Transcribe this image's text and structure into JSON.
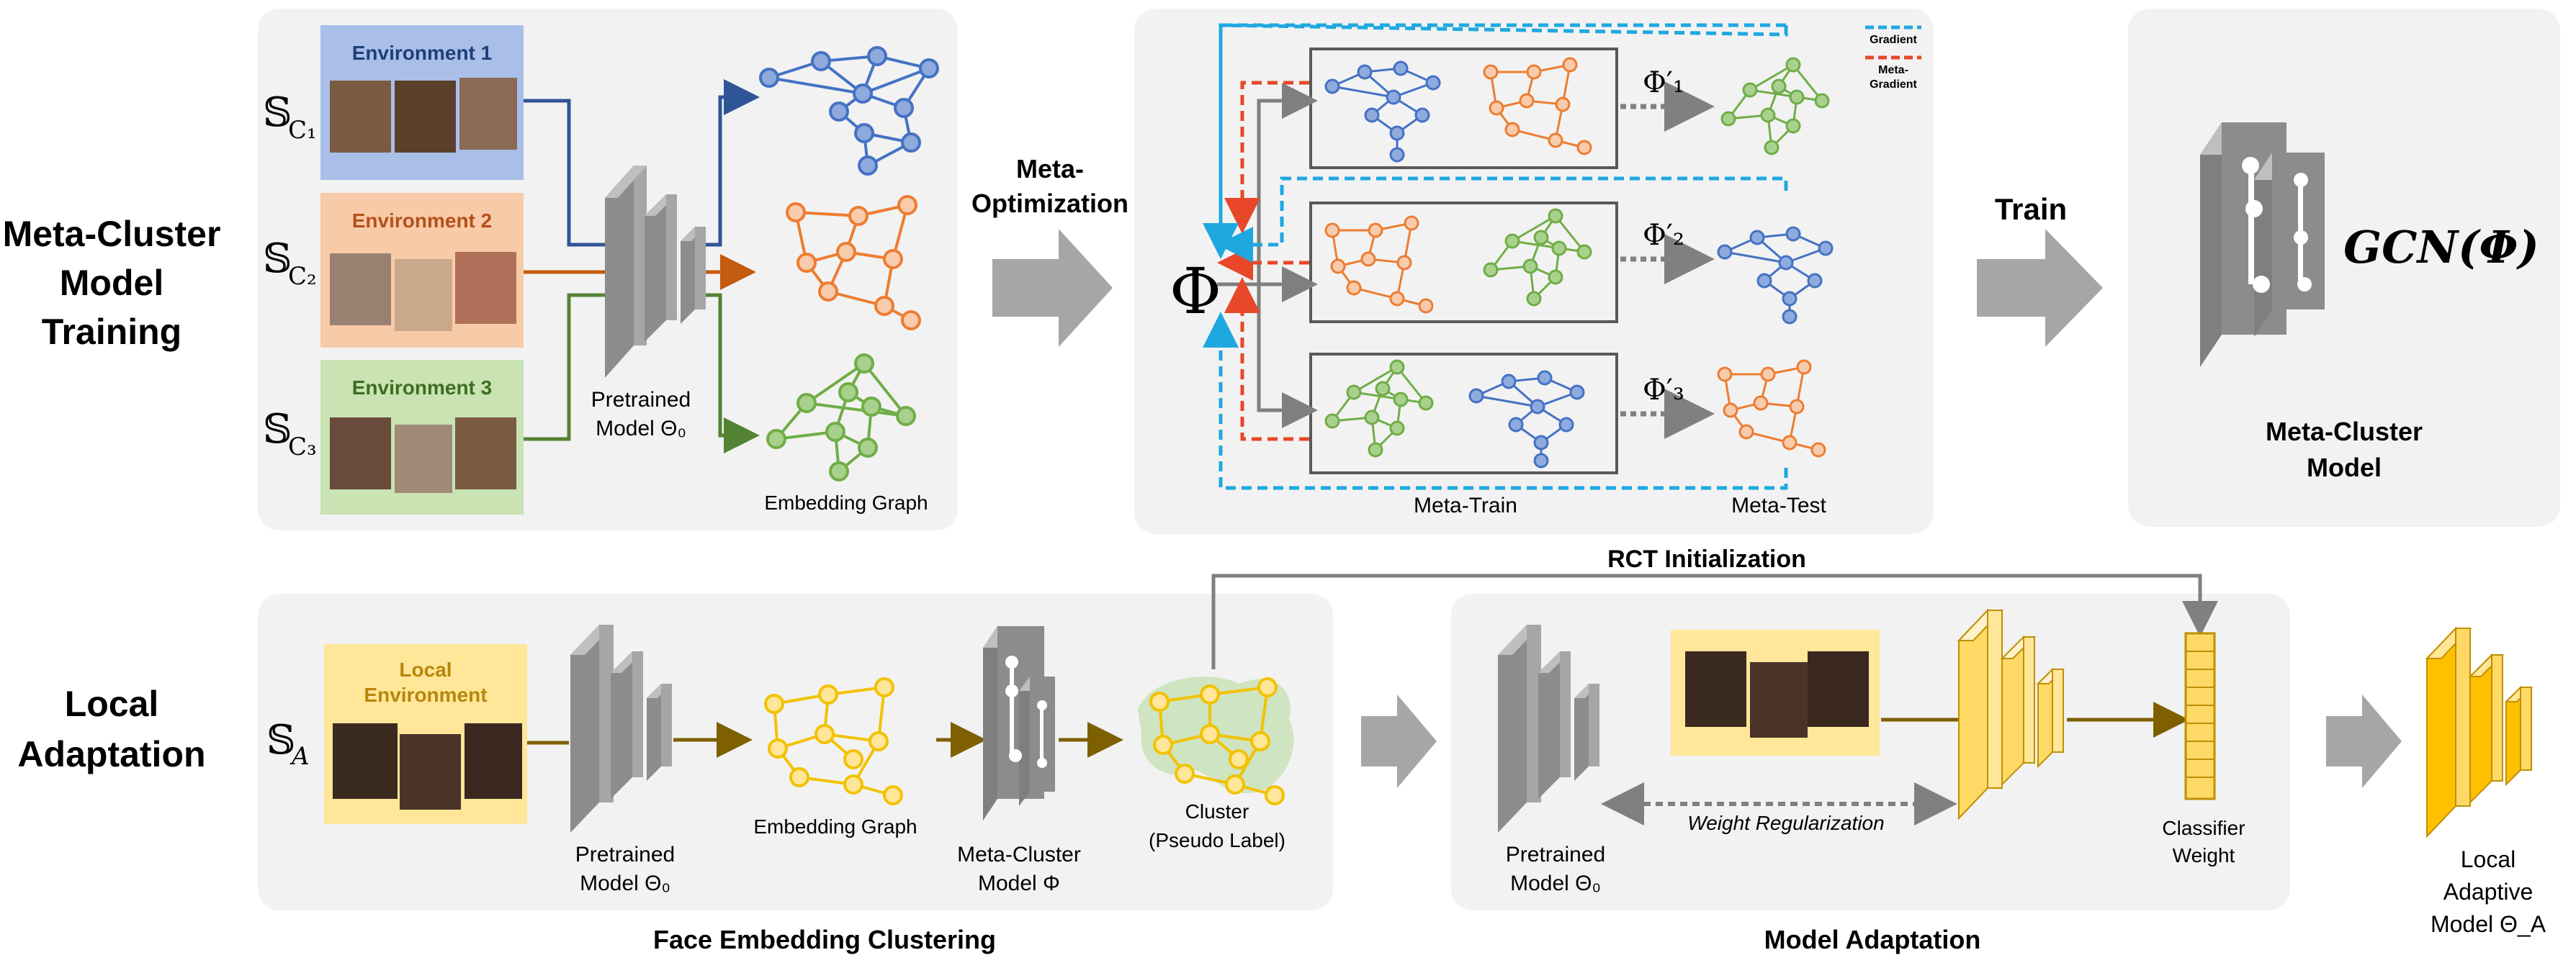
{
  "row_labels": {
    "top": [
      "Meta-Cluster",
      "Model",
      "Training"
    ],
    "bottom": [
      "Local",
      "Adaptation"
    ]
  },
  "environments": [
    {
      "label": "Environment 1",
      "set": "𝕊",
      "sub": "C₁",
      "color": "#a9bfe8",
      "text_color": "#1f3f7a"
    },
    {
      "label": "Environment 2",
      "set": "𝕊",
      "sub": "C₂",
      "color": "#f8cba8",
      "text_color": "#b4501a"
    },
    {
      "label": "Environment 3",
      "set": "𝕊",
      "sub": "C₃",
      "color": "#c9e3b3",
      "text_color": "#3d6e22"
    }
  ],
  "training": {
    "pretrained_line1": "Pretrained",
    "pretrained_line2": "Model Θ₀",
    "embedding_graph": "Embedding Graph",
    "meta_opt_line1": "Meta-",
    "meta_opt_line2": "Optimization",
    "phi": "Φ",
    "phi_primes": [
      "Φ′₁",
      "Φ′₂",
      "Φ′₃"
    ],
    "legend_gradient": "Gradient",
    "legend_meta_line1": "Meta-",
    "legend_meta_line2": "Gradient",
    "meta_train": "Meta-Train",
    "meta_test": "Meta-Test",
    "train": "Train",
    "gcn": "GCN(Φ)",
    "meta_cluster_line1": "Meta-Cluster",
    "meta_cluster_line2": "Model"
  },
  "adaptation": {
    "set_symbol": "𝕊",
    "set_sub": "A",
    "local_env_line1": "Local",
    "local_env_line2": "Environment",
    "pretrained_line1": "Pretrained",
    "pretrained_line2": "Model Θ₀",
    "embedding_graph": "Embedding Graph",
    "meta_cluster_line1": "Meta-Cluster",
    "meta_cluster_line2": "Model Φ",
    "cluster_line1": "Cluster",
    "cluster_line2": "(Pseudo Label)",
    "face_embedding_clustering": "Face Embedding Clustering",
    "rct_initialization": "RCT Initialization",
    "weight_regularization": "Weight Regularization",
    "pretrained2_line1": "Pretrained",
    "pretrained2_line2": "Model Θ₀",
    "classifier_line1": "Classifier",
    "classifier_line2": "Weight",
    "model_adaptation": "Model Adaptation",
    "local_adaptive_line1": "Local",
    "local_adaptive_line2": "Adaptive",
    "local_adaptive_line3": "Model Θ_A"
  },
  "colors": {
    "blue": "#4472c4",
    "orange": "#ed7d31",
    "green": "#70ad47",
    "yellow": "#f2c200",
    "gray_panel": "#f2f2f2",
    "gradient_blue": "#1fa8e0",
    "gradient_red": "#e8472a"
  }
}
